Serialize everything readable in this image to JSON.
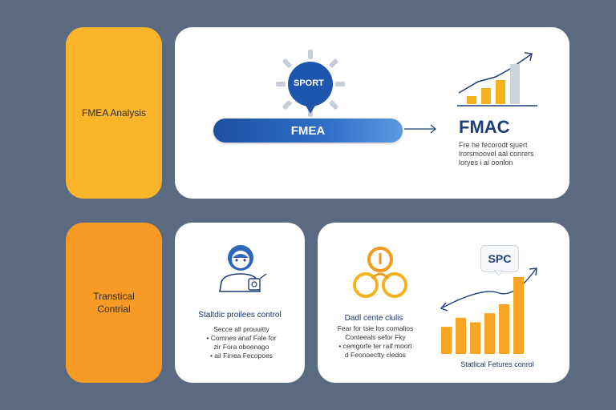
{
  "tabs": {
    "top_label": "FMEA Analysis",
    "bottom_label_line1": "Transtical",
    "bottom_label_line2": "Contrial"
  },
  "top_card": {
    "badge": "SPORT",
    "bar_label": "FMEA",
    "right_title": "FMAC",
    "right_desc": [
      "Fre he fecorodt sjuert",
      "lrorsmoovel aal conrers",
      "loryes i al oonlon"
    ],
    "bar_chart": {
      "values": [
        1,
        2,
        3,
        5
      ]
    }
  },
  "bottom_left_card": {
    "title": "Staltdic proilees control",
    "lines": [
      "Secce all prouuitty",
      "• Comnes anaf Fale for",
      "zir Fora oboenago",
      "• ail Firrea Fecopoes"
    ]
  },
  "bottom_right_card": {
    "title": "Dadl cente clulis",
    "lines": [
      "Fear for tsie los comalios",
      "Conteeals sefor Fky",
      "• cemgorfe ter raif moort",
      "d Feonoectty cledos"
    ],
    "spc_badge": "SPC",
    "caption": "Statlical Fetures conrol",
    "bar_chart": {
      "values": [
        3,
        4,
        3.5,
        4.5,
        5.5,
        8.5
      ]
    }
  },
  "colors": {
    "background": "#5a6a80",
    "tab_top": "#fbb52b",
    "tab_bottom": "#f79a26",
    "accent_blue": "#1f4a9a",
    "bar_orange": "#f6a623"
  }
}
